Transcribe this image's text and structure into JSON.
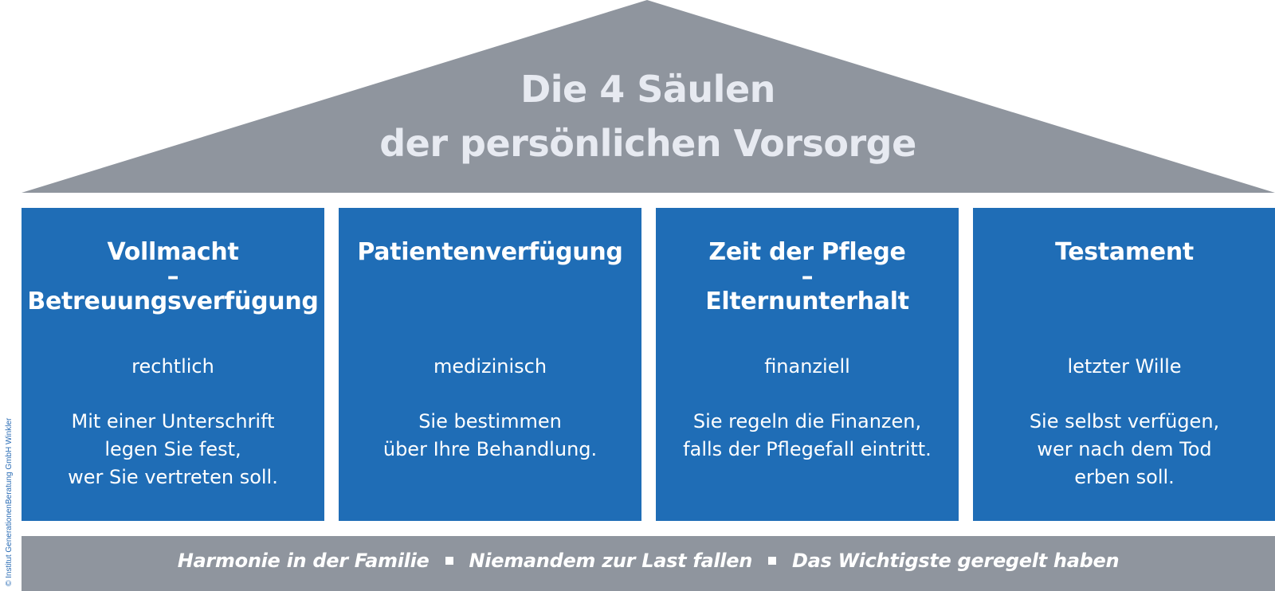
{
  "copyright": "© Institut GenerationenBeratung GmbH Winkler",
  "colors": {
    "roof": "#8f959e",
    "pillar": "#1f6db6",
    "title_text": "#e7eaf1",
    "base": "#8f959e"
  },
  "roof": {
    "title_line1": "Die 4 Säulen",
    "title_line2": "der persönlichen Vorsorge"
  },
  "pillars": [
    {
      "title_lines": [
        "Vollmacht",
        "–",
        "Betreuungsverfügung"
      ],
      "category": "rechtlich",
      "description_lines": [
        "Mit einer Unterschrift",
        "legen Sie fest,",
        "wer Sie vertreten soll."
      ]
    },
    {
      "title_lines": [
        "Patientenverfügung",
        "",
        ""
      ],
      "category": "medizinisch",
      "description_lines": [
        "Sie bestimmen",
        "über Ihre Behandlung.",
        ""
      ]
    },
    {
      "title_lines": [
        "Zeit der Pflege",
        "–",
        "Elternunterhalt"
      ],
      "category": "finanziell",
      "description_lines": [
        "Sie regeln die Finanzen,",
        "falls der Pflegefall eintritt.",
        ""
      ]
    },
    {
      "title_lines": [
        "Testament",
        "",
        ""
      ],
      "category": "letzter Wille",
      "description_lines": [
        "Sie selbst verfügen,",
        "wer nach dem Tod",
        "erben soll."
      ]
    }
  ],
  "base": {
    "items": [
      "Harmonie in der Familie",
      "Niemandem zur Last fallen",
      "Das Wichtigste geregelt haben"
    ]
  }
}
